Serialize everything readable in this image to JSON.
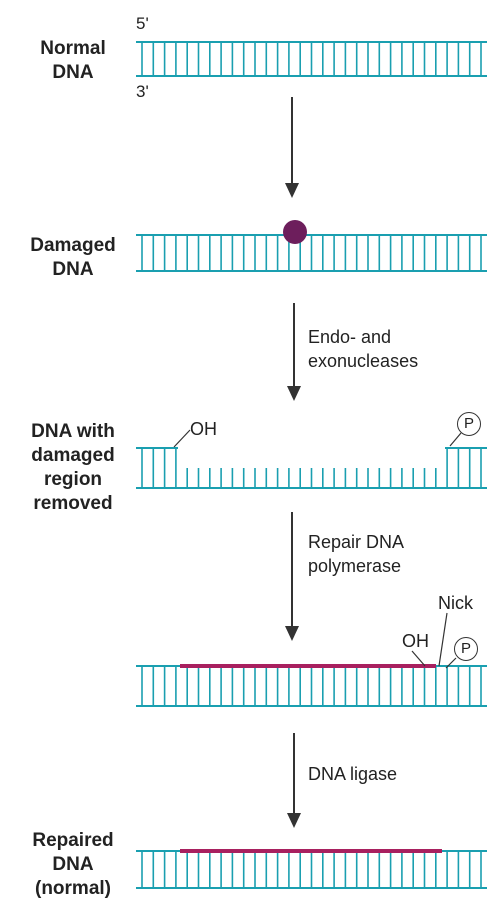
{
  "stages": {
    "normal": [
      "Normal",
      "DNA"
    ],
    "damaged": [
      "Damaged",
      "DNA"
    ],
    "removed": [
      "DNA with",
      "damaged",
      "region",
      "removed"
    ],
    "repaired": [
      "Repaired",
      "DNA",
      "(normal)"
    ]
  },
  "strand_ends": {
    "five_prime": "5'",
    "three_prime": "3'"
  },
  "steps": {
    "nucleases": [
      "Endo- and",
      "exonucleases"
    ],
    "polymerase": [
      "Repair DNA",
      "polymerase"
    ],
    "ligase": [
      "DNA ligase"
    ]
  },
  "labels": {
    "oh": "OH",
    "phosphate": "P",
    "nick": "Nick"
  },
  "colors": {
    "strand": "#1a9fb0",
    "lesion": "#6d1e5c",
    "new_dna": "#a8205f",
    "arrow": "#333333",
    "text": "#222222"
  }
}
